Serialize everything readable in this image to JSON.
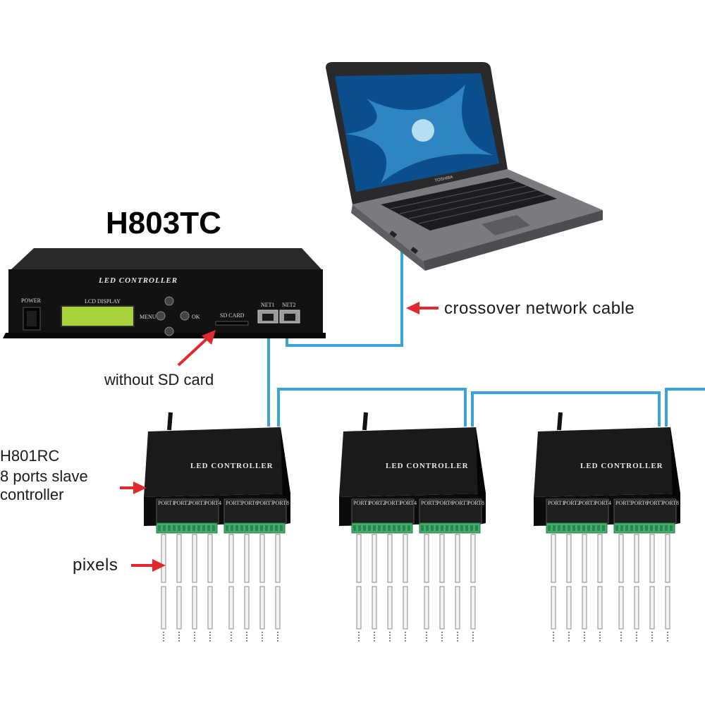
{
  "labels": {
    "title": "H803TC",
    "crossover": "crossover network cable",
    "without_sd": "without SD card",
    "slave_model": "H801RC",
    "slave_desc_1": "8 ports slave",
    "slave_desc_2": "controller",
    "pixels": "pixels"
  },
  "master": {
    "brand": "LED CONTROLLER",
    "power": "POWER",
    "lcd": "LCD DISPLAY",
    "menu": "MENU",
    "ok": "OK",
    "sd": "SD CARD",
    "net1": "NET1",
    "net2": "NET2"
  },
  "slave": {
    "brand": "LED CONTROLLER",
    "ports": [
      "PORT1",
      "PORT2",
      "PORT3",
      "PORT4",
      "PORT5",
      "PORT6",
      "PORT7",
      "PORT8"
    ]
  },
  "laptop": {
    "brand": "TOSHIBA"
  },
  "colors": {
    "cable": "#3aa3d9",
    "arrow": "#e0282e",
    "device": "#111111",
    "lcd": "#a8d23c",
    "terminal": "#3fae6a"
  }
}
